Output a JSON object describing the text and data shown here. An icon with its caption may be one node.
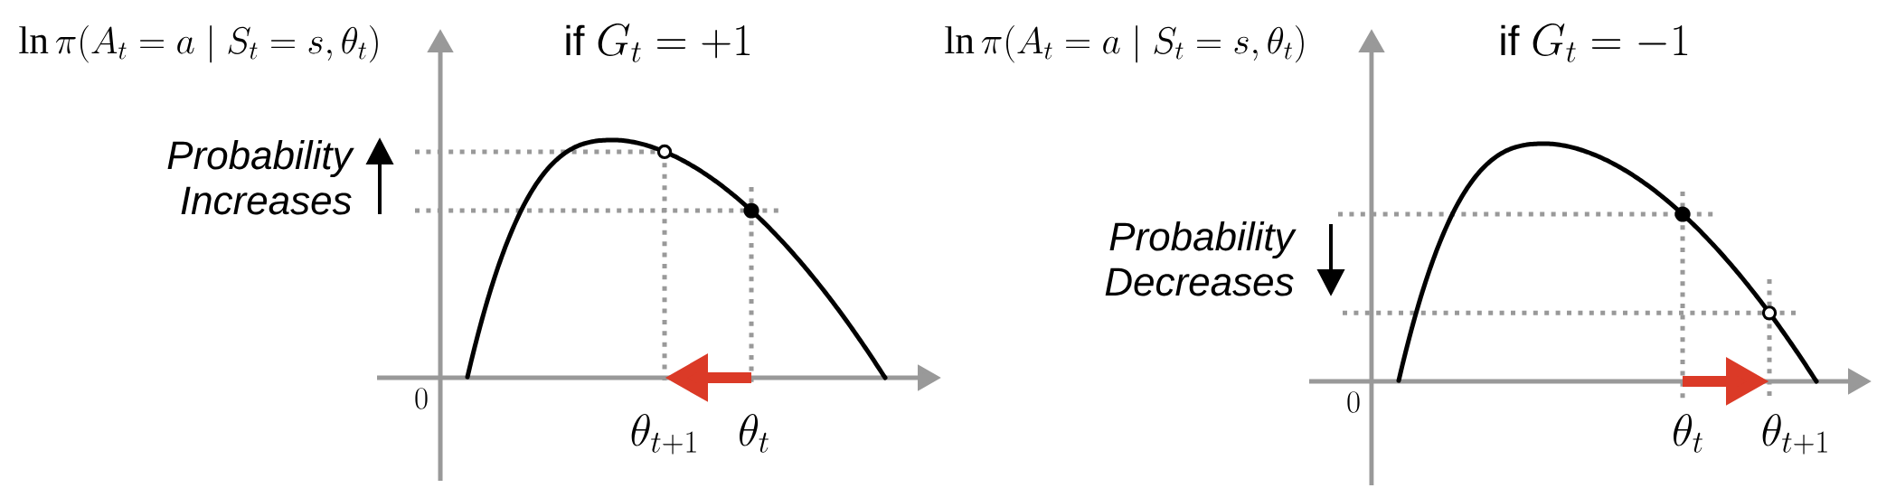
{
  "diagram": {
    "labels": [
      "\\ln \\pi(A_t = a \\mid S_t = s, \\theta_t)",
      "\\text{if } G_t = +1",
      "Probability Increases",
      "0",
      "\\theta_{t+1}",
      "\\theta_t",
      "\\ln \\pi(A_t = a \\mid S_t = s, \\theta_t)",
      "\\text{if } G_t = -1",
      "Probability Decreases",
      "0",
      "\\theta_t",
      "\\theta_{t+1}"
    ]
  }
}
